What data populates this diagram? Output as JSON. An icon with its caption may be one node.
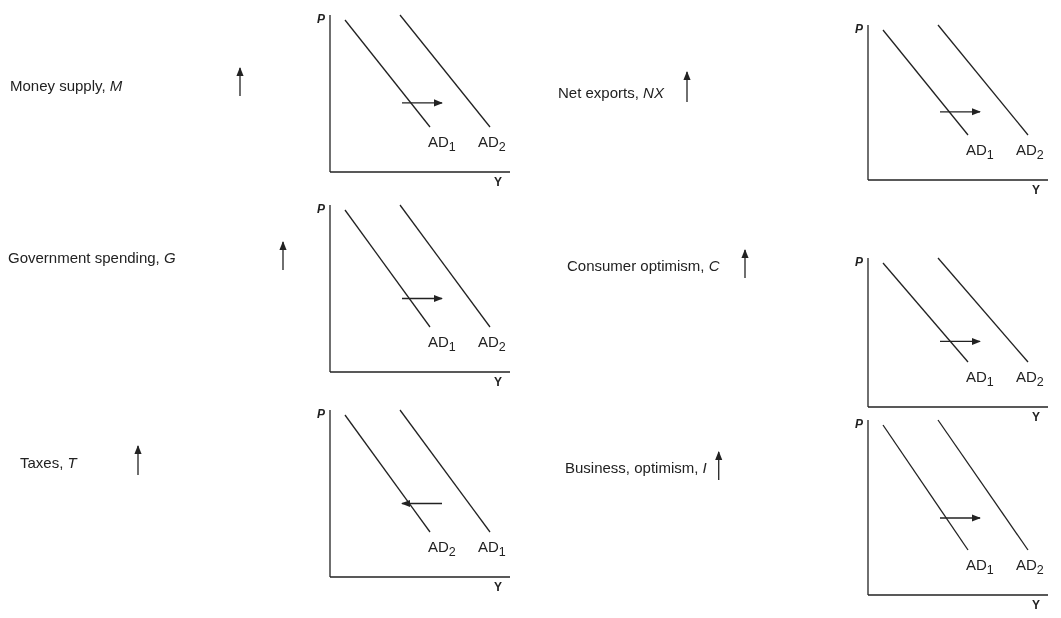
{
  "diagram": {
    "labels": [
      "Money supply, *M*",
      "P",
      "AD$_{1}$",
      "AD$_{2}$",
      "Y",
      "Net exports, *NX*",
      "P",
      "AD$_{1}$",
      "AD$_{2}$",
      "Y",
      "Government spending, *G*",
      "P",
      "AD$_{1}$",
      "AD$_{2}$",
      "Y",
      "Consumer optimism, *C*",
      "P",
      "AD$_{1}$",
      "AD$_{2}$",
      "Y",
      "Taxes, *T*",
      "P",
      "AD$_{2}$",
      "AD$_{1}$",
      "Y",
      "Business, optimism, *I*",
      "P",
      "AD$_{1}$",
      "AD$_{2}$",
      "Y"
    ]
  }
}
